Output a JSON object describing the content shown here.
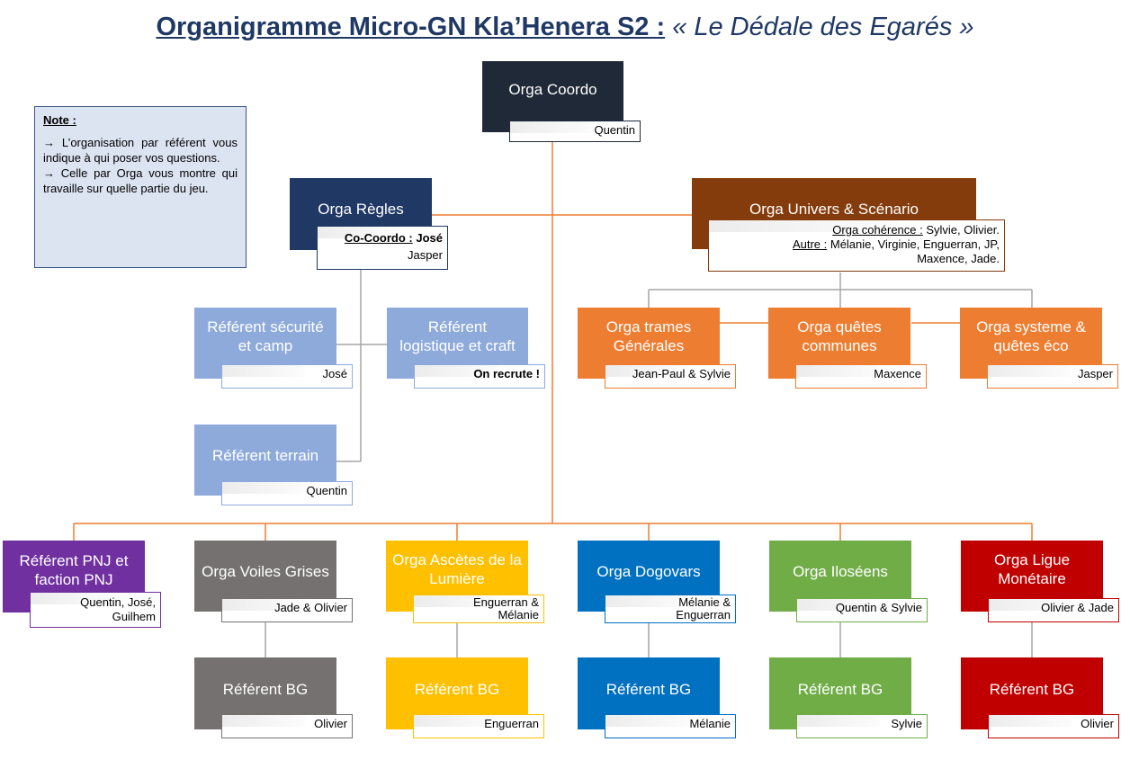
{
  "title": {
    "main": "Organigramme Micro-GN Kla’Henera S2 :",
    "subtitle": "« Le Dédale des Egarés »"
  },
  "note": {
    "title": "Note :",
    "line1": "→ L’organisation par référent vous indique à qui poser vos questions.",
    "line2": "→ Celle par Orga vous montre qui travaille sur quelle partie du jeu."
  },
  "coordo": {
    "name": "Orga Coordo",
    "people": "Quentin"
  },
  "regles": {
    "name": "Orga Règles",
    "cocoordo_label": "Co-Coordo :",
    "cocoordo": "José",
    "people": "Jasper"
  },
  "univers": {
    "name": "Orga Univers & Scénario",
    "coherence_label": "Orga cohérence :",
    "coherence": "Sylvie, Olivier.",
    "autre_label": "Autre :",
    "autre": "Mélanie, Virginie, Enguerran, JP,",
    "autre2": "Maxence, Jade."
  },
  "securite": {
    "name_l1": "Référent sécurité",
    "name_l2": "et camp",
    "people": "José"
  },
  "logistique": {
    "name_l1": "Référent",
    "name_l2": "logistique et craft",
    "people": "On recrute !"
  },
  "terrain": {
    "name": "Référent terrain",
    "people": "Quentin"
  },
  "trames": {
    "name_l1": "Orga trames",
    "name_l2": "Générales",
    "people": "Jean-Paul & Sylvie"
  },
  "quetes": {
    "name_l1": "Orga quêtes",
    "name_l2": "communes",
    "people": "Maxence"
  },
  "systeme": {
    "name_l1": "Orga systeme &",
    "name_l2": "quêtes éco",
    "people": "Jasper"
  },
  "pnj": {
    "name_l1": "Référent PNJ et",
    "name_l2": "faction PNJ",
    "people_l1": "Quentin, José,",
    "people_l2": "Guilhem"
  },
  "voiles": {
    "name": "Orga Voiles Grises",
    "people": "Jade & Olivier",
    "bg": "Référent BG",
    "bg_people": "Olivier"
  },
  "ascetes": {
    "name_l1": "Orga Ascètes de la",
    "name_l2": "Lumière",
    "people_l1": "Enguerran &",
    "people_l2": "Mélanie",
    "bg": "Référent BG",
    "bg_people": "Enguerran"
  },
  "dogovars": {
    "name": "Orga Dogovars",
    "people_l1": "Mélanie &",
    "people_l2": "Enguerran",
    "bg": "Référent BG",
    "bg_people": "Mélanie"
  },
  "iloseens": {
    "name": "Orga Iloséens",
    "people": "Quentin & Sylvie",
    "bg": "Référent BG",
    "bg_people": "Sylvie"
  },
  "ligue": {
    "name_l1": "Orga Ligue",
    "name_l2": "Monétaire",
    "people": "Olivier & Jade",
    "bg": "Référent BG",
    "bg_people": "Olivier"
  },
  "colors": {
    "navy": "#1f2937",
    "dark_blue": "#203864",
    "brown": "#843c0c",
    "light_blue": "#8eaadb",
    "orange": "#ed7d31",
    "purple": "#7030a0",
    "gray": "#767171",
    "yellow": "#ffc000",
    "blue": "#0070c0",
    "green": "#70ad47",
    "red": "#c00000",
    "connector_orange": "#ed7d31",
    "connector_gray": "#a6a6a6"
  }
}
